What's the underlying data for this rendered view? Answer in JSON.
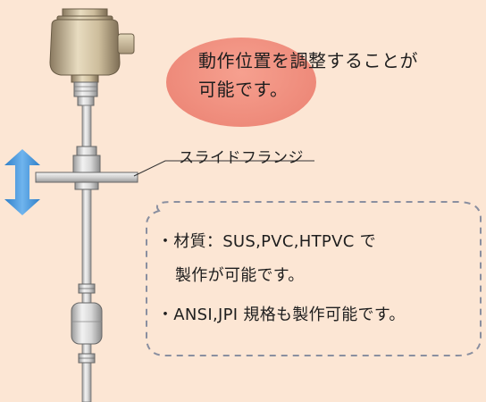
{
  "bubble": {
    "line1": "動作位置を調整することが",
    "line2": "可能です。"
  },
  "flange_label": "スライドフランジ",
  "spec_box": {
    "line1": "・材質：SUS,PVC,HTPVC で",
    "line2": "製作が可能です。",
    "line3": "・ANSI,JPI 規格も製作可能です。"
  },
  "icons": {
    "arrow": "double-vertical-arrow-icon"
  },
  "colors": {
    "background": "#fce6d4",
    "bubble": "#ee8a7a",
    "arrow": "#3a8fd6",
    "dash": "#8a8fa0"
  }
}
